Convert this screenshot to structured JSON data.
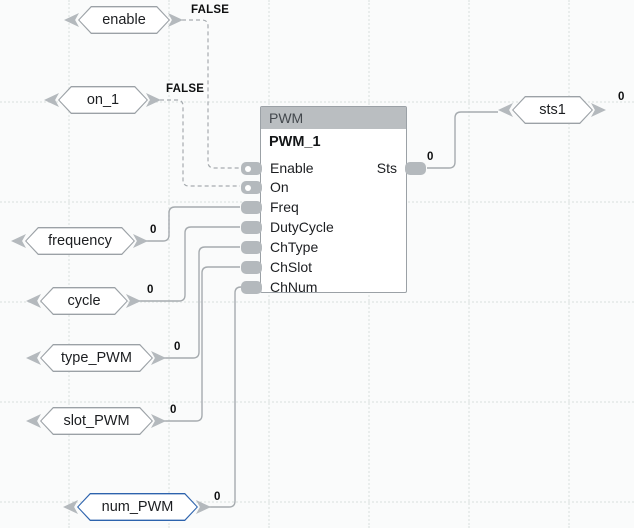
{
  "block": {
    "type_label": "PWM",
    "instance_name": "PWM_1",
    "inputs": [
      "Enable",
      "On",
      "Freq",
      "DutyCycle",
      "ChType",
      "ChSlot",
      "ChNum"
    ],
    "output_label": "Sts",
    "output_watch_value": "0"
  },
  "tags": {
    "enable": {
      "label": "enable",
      "watch_value": "FALSE"
    },
    "on_1": {
      "label": "on_1",
      "watch_value": "FALSE"
    },
    "frequency": {
      "label": "frequency",
      "watch_value": "0"
    },
    "cycle": {
      "label": "cycle",
      "watch_value": "0"
    },
    "type_PWM": {
      "label": "type_PWM",
      "watch_value": "0"
    },
    "slot_PWM": {
      "label": "slot_PWM",
      "watch_value": "0"
    },
    "num_PWM": {
      "label": "num_PWM",
      "watch_value": "0"
    },
    "sts1": {
      "label": "sts1",
      "watch_value": "0"
    }
  },
  "colors": {
    "background": "#fafbfb",
    "grid_dots": "#e9edec",
    "tag_border": "#9ba1a6",
    "selected_tag_border": "#2d63ad",
    "block_header_bg": "#babec1",
    "pin_gray": "#b4b9bd",
    "wire": "#a6abaf"
  }
}
